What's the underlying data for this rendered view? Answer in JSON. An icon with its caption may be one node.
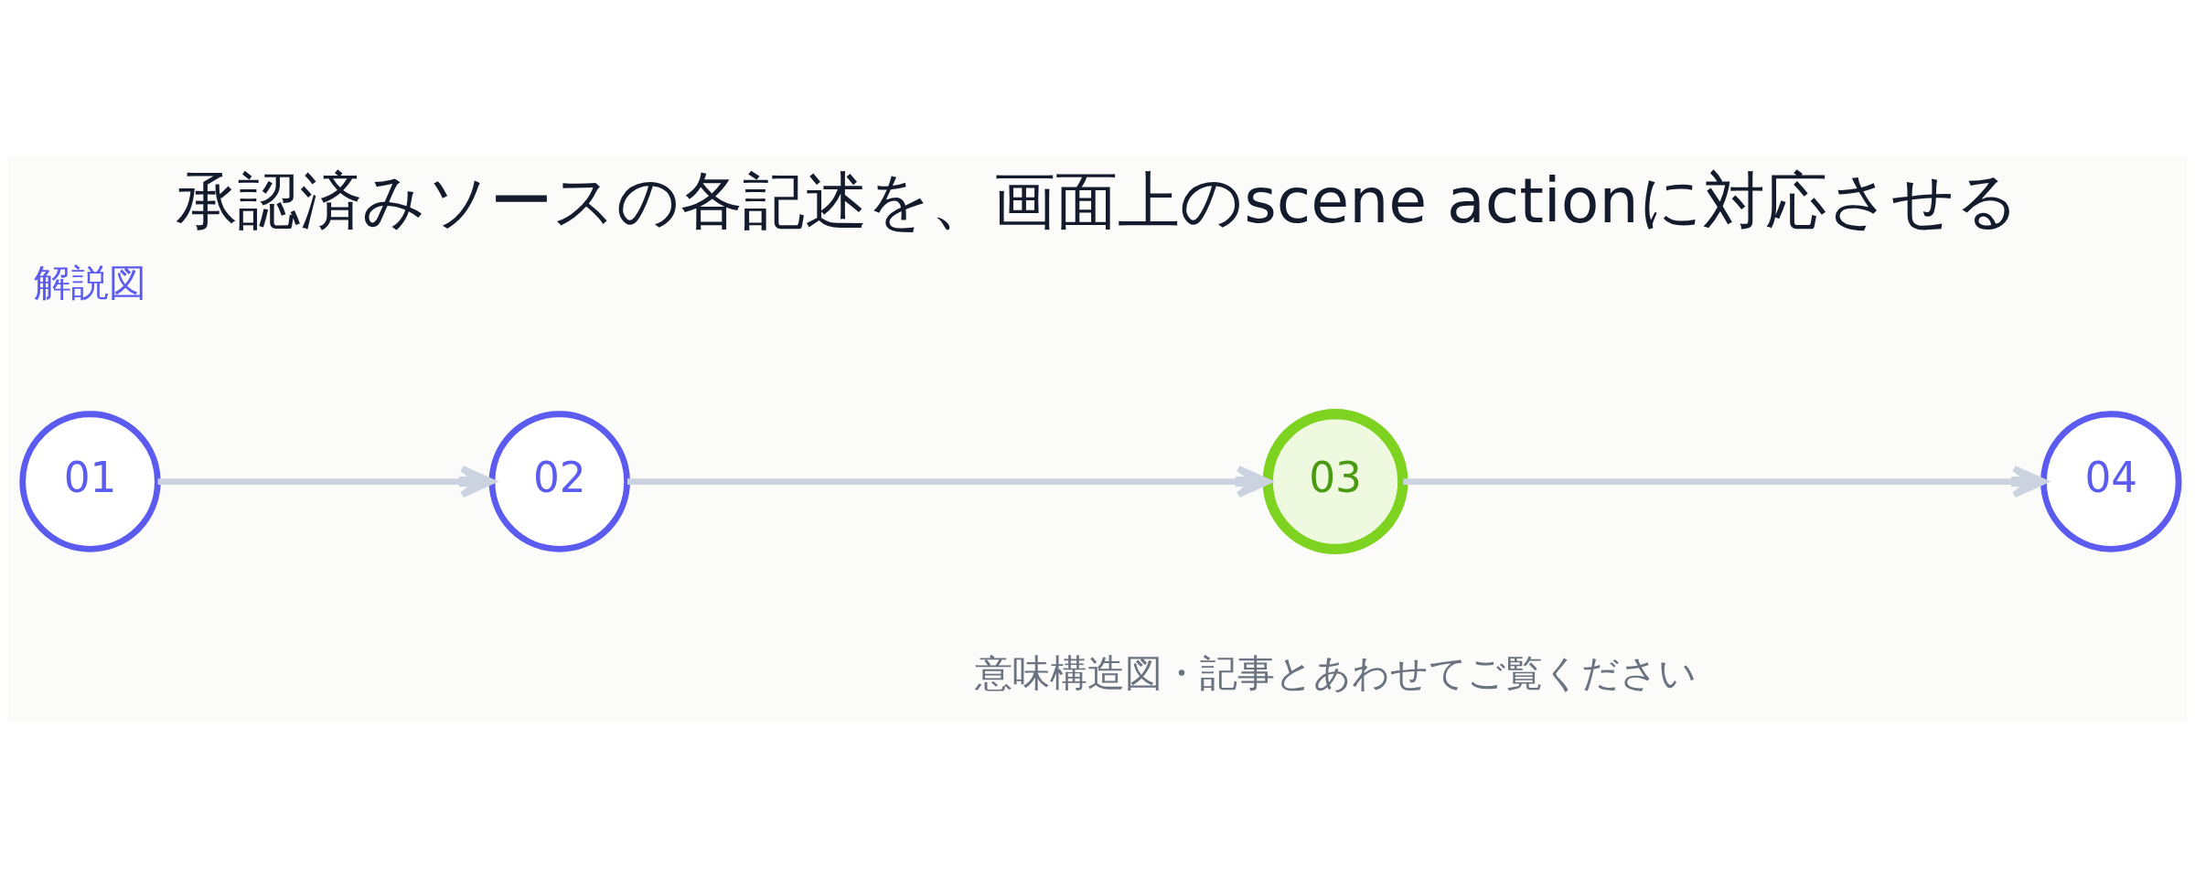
{
  "diagram": {
    "title": "承認済みソースの各記述を、画面上のscene actionに対応させる",
    "caption": "意味構造図・記事とあわせてご覧ください",
    "nodes": [
      {
        "text": [
          "01"
        ]
      },
      {
        "text": [
          "02"
        ]
      },
      {
        "text": [
          "03"
        ]
      },
      {
        "text": [
          "04"
        ]
      }
    ],
    "edges": [
      {
        "from": 0,
        "to": 1,
        "arrow": "to"
      },
      {
        "from": 1,
        "to": 2,
        "arrow": "to"
      },
      {
        "from": 2,
        "to": 3,
        "arrow": "to"
      }
    ],
    "labels": [
      "解説図"
    ]
  }
}
